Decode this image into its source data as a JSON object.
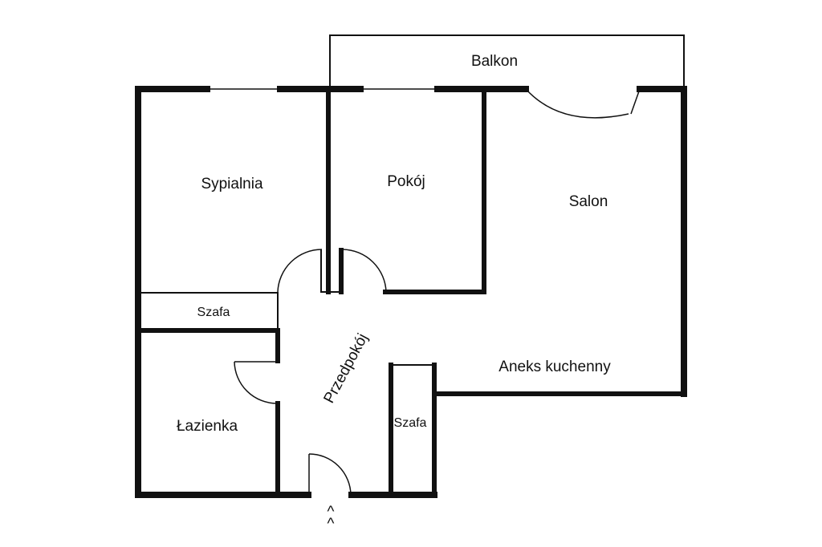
{
  "rooms": {
    "balcony": "Balkon",
    "bedroom": "Sypialnia",
    "room": "Pokój",
    "living_room": "Salon",
    "wardrobe_top": "Szafa",
    "hallway": "Przedpokój",
    "kitchenette": "Aneks kuchenny",
    "bathroom": "Łazienka",
    "wardrobe_hall": "Szafa"
  },
  "entrance_marker": "^",
  "colors": {
    "wall": "#111111",
    "background": "#ffffff"
  }
}
